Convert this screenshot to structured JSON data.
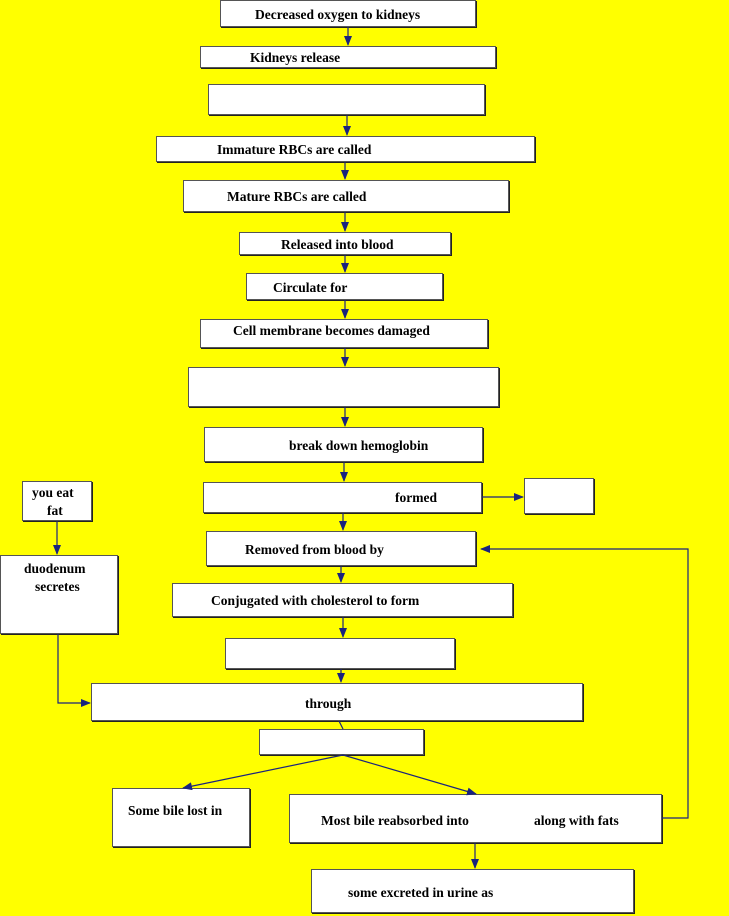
{
  "colors": {
    "background": "#FFFF00",
    "box_fill": "#FFFFFF",
    "box_border": "#555555",
    "arrow": "#1A237E"
  },
  "flowchart": {
    "decreased_oxygen": "Decreased oxygen to kidneys",
    "kidneys_release": "Kidneys release",
    "blank_after_release": "",
    "immature_rbcs": "Immature RBCs are called",
    "mature_rbcs": "Mature RBCs are called",
    "released_into_blood": "Released into blood",
    "circulate_for": "Circulate for",
    "cell_membrane": "Cell membrane becomes damaged",
    "blank_after_damage": "",
    "break_down": "break down hemoglobin",
    "formed": "formed",
    "formed_side_blank": "",
    "removed_from_blood": "Removed from blood by",
    "conjugated": "Conjugated with cholesterol to form",
    "blank_after_conjugated": "",
    "through": "through",
    "blank_after_through": "",
    "bile_lost": "Some bile lost in",
    "most_bile_left": "Most bile reabsorbed into",
    "most_bile_right": "along with fats",
    "excreted_urine": "some excreted in urine as",
    "you_eat_line1": "you eat",
    "you_eat_line2": "fat",
    "duodenum_line1": "duodenum",
    "duodenum_line2": "secretes"
  }
}
